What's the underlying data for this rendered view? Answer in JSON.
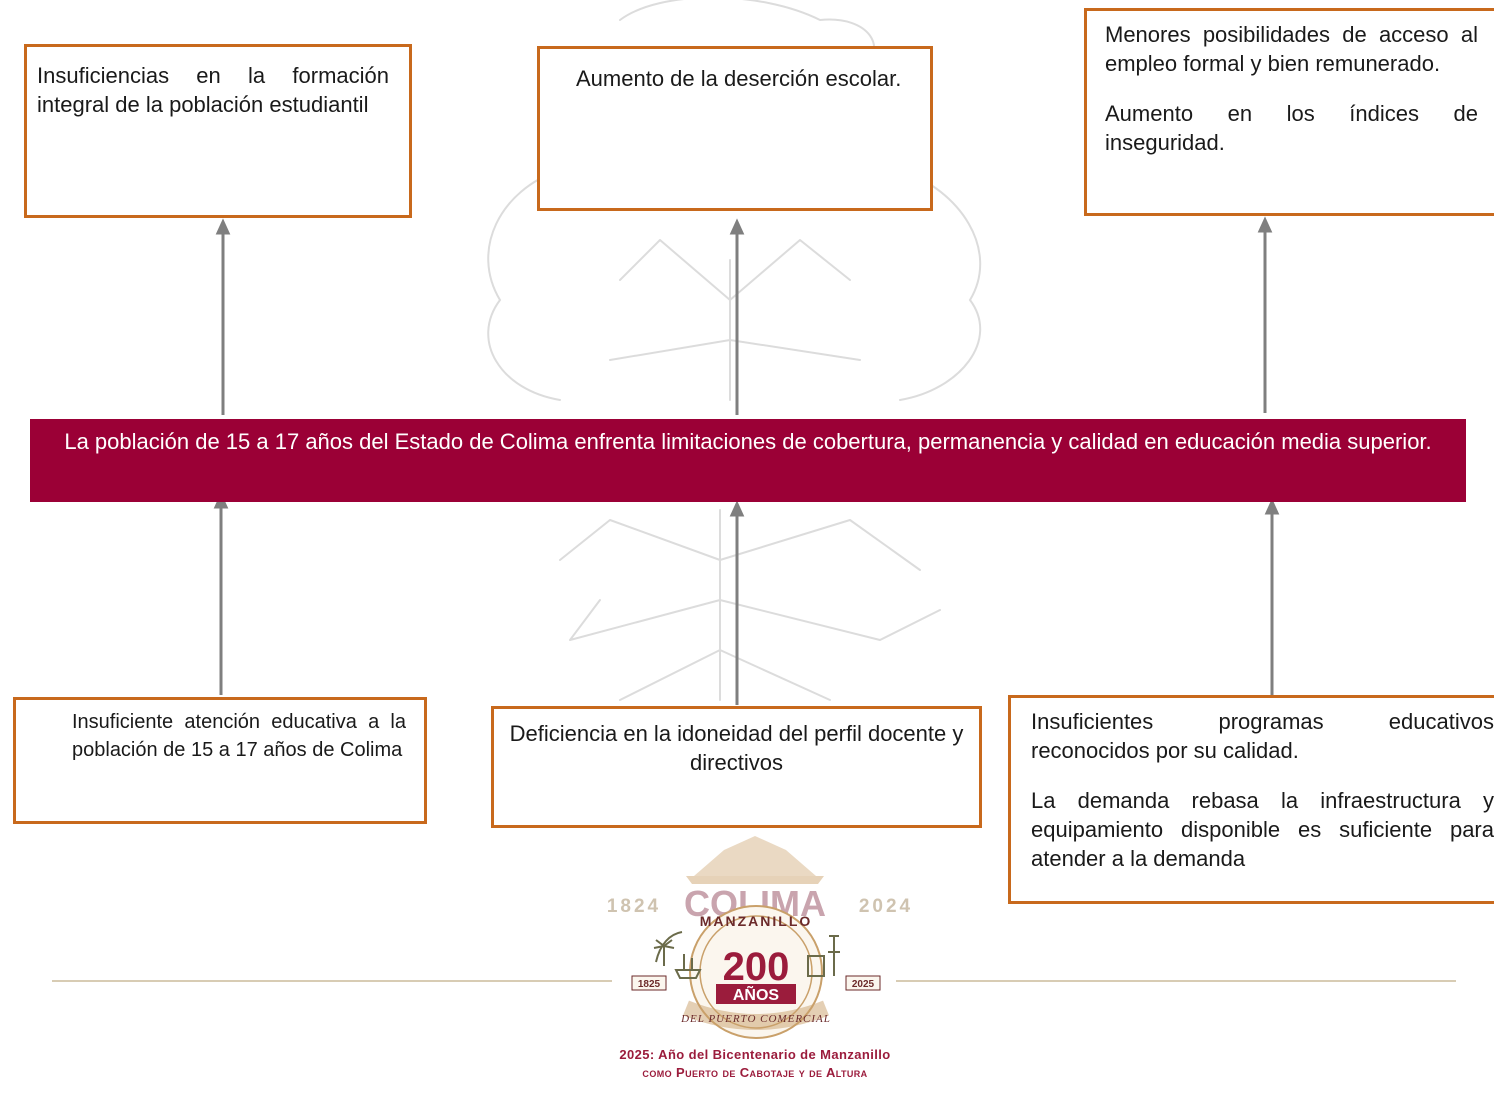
{
  "effects": [
    {
      "id": "effect-formacion",
      "paragraphs": [
        "Insuficiencias en la formación integral de la población estudiantil"
      ]
    },
    {
      "id": "effect-desercion",
      "paragraphs": [
        "Aumento de la deserción escolar."
      ]
    },
    {
      "id": "effect-empleo",
      "paragraphs": [
        "Menores posibilidades de acceso al empleo formal y bien remunerado.",
        "Aumento en los índices de inseguridad."
      ]
    }
  ],
  "problem": "La población de 15 a 17 años del Estado de Colima enfrenta limitaciones de cobertura, permanencia y calidad en educación media superior.",
  "causes": [
    {
      "id": "cause-atencion",
      "paragraphs": [
        "Insuficiente atención educativa a la población de 15 a 17 años de Colima"
      ]
    },
    {
      "id": "cause-docente",
      "paragraphs": [
        "Deficiencia en la idoneidad del perfil docente y directivos"
      ]
    },
    {
      "id": "cause-programas",
      "paragraphs": [
        "Insuficientes programas educativos reconocidos por su calidad.",
        "La demanda rebasa la infraestructura y equipamiento disponible es suficiente para atender a la demanda"
      ]
    }
  ],
  "footer": {
    "seal_title": "COLIMA",
    "seal_year_left": "1824",
    "seal_year_right": "2024",
    "badge_top": "MANZANILLO",
    "badge_number": "200",
    "badge_word": "AÑOS",
    "badge_year_left": "1825",
    "badge_year_right": "2025",
    "badge_ribbon": "DEL PUERTO COMERCIAL",
    "caption_line1": "2025: Año del Bicentenario de Manzanillo",
    "caption_line2": "como Puerto de Cabotaje y de Altura"
  },
  "colors": {
    "problem_band": "#9b0036",
    "box_border": "#c8691c",
    "arrow": "#7f7f7f",
    "seal_accent": "#9b1c3c",
    "seal_gold": "#c9a06a"
  },
  "icons": [
    "tree-watermark-icon",
    "up-arrow-icon",
    "seal-emblem-icon"
  ]
}
